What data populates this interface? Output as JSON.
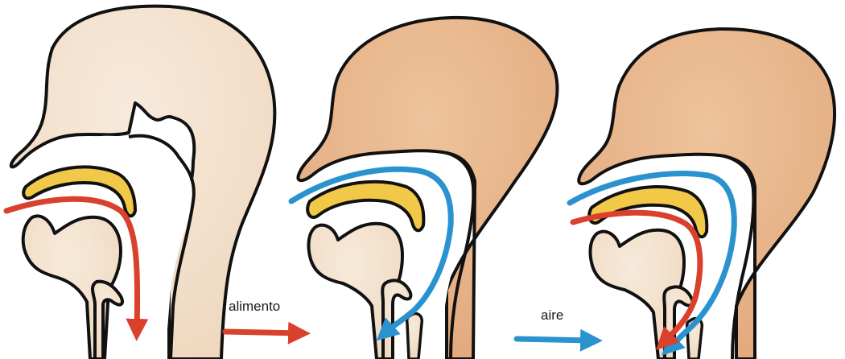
{
  "legend": {
    "food_label": "alimento",
    "air_label": "aire"
  },
  "colors": {
    "food_arrow": "#d9412d",
    "air_arrow": "#2a93cf",
    "tissue_light": "#f3e1cd",
    "tissue_dark": "#e8b58c",
    "palate": "#f2c848",
    "outline": "#111111"
  },
  "panels": [
    {
      "name": "panel-1",
      "flows": [
        "food"
      ]
    },
    {
      "name": "panel-2",
      "flows": [
        "air"
      ]
    },
    {
      "name": "panel-3",
      "flows": [
        "air",
        "food"
      ]
    }
  ]
}
